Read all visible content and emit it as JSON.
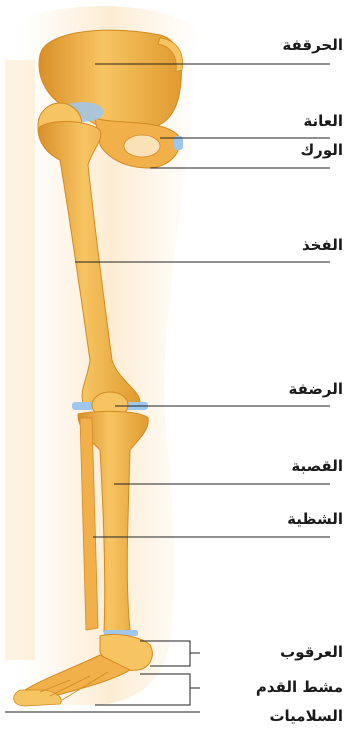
{
  "diagram": {
    "labels": {
      "ilium": "الحرقفة",
      "pubis": "العانة",
      "hip": "الورك",
      "femur": "الفخذ",
      "patella": "الرضفة",
      "tibia": "القصبة",
      "fibula": "الشظية",
      "tarsals": "العرقوب",
      "metatarsals": "مشط القدم",
      "phalanges": "السلاميات"
    },
    "colors": {
      "bone_fill": "#f2b34a",
      "bone_light": "#f9d27e",
      "bone_edge": "#d28a22",
      "cartilage": "#9fc7ee",
      "glow": "#fbe6c6",
      "leader": "#222222"
    }
  }
}
